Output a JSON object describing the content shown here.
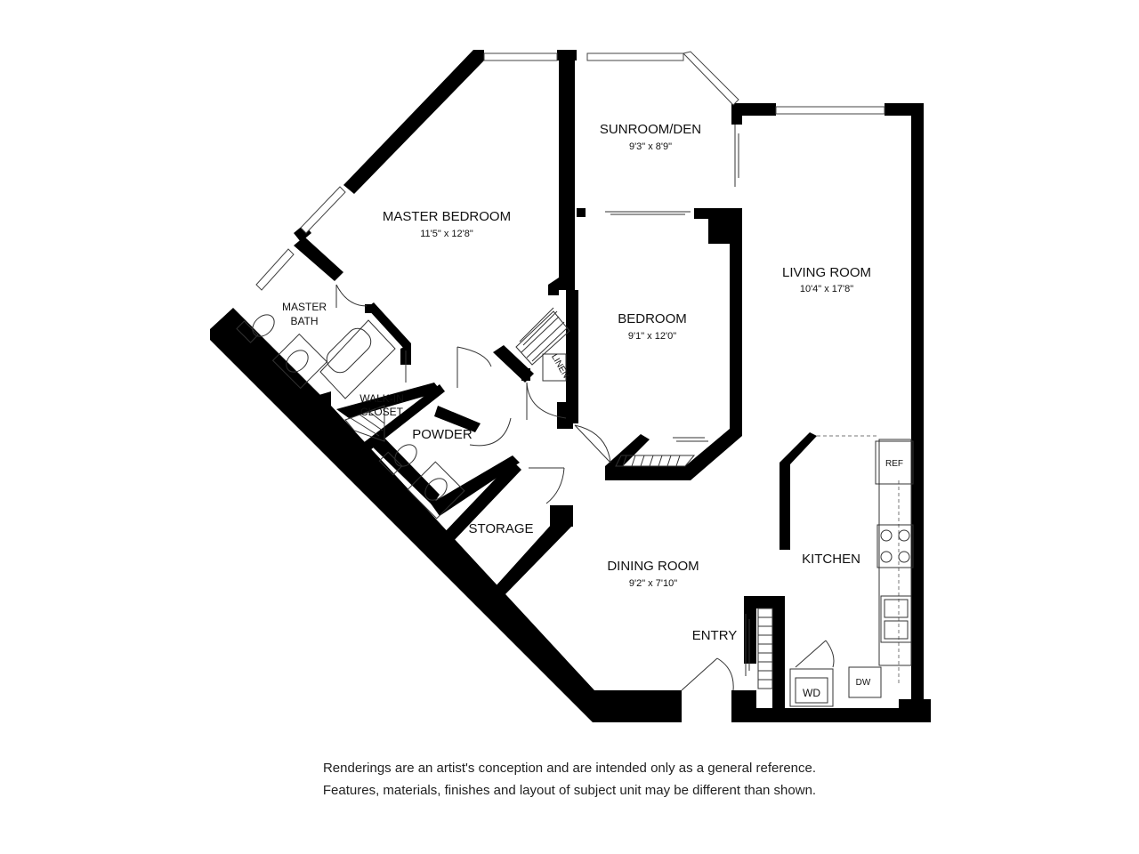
{
  "rooms": {
    "master_bedroom": {
      "name": "MASTER BEDROOM",
      "dim": "11'5\" x 12'8\""
    },
    "sunroom": {
      "name": "SUNROOM/DEN",
      "dim": "9'3\" x 8'9\""
    },
    "living_room": {
      "name": "LIVING ROOM",
      "dim": "10'4\" x 17'8\""
    },
    "bedroom": {
      "name": "BEDROOM",
      "dim": "9'1\" x 12'0\""
    },
    "master_bath": {
      "name_line1": "MASTER",
      "name_line2": "BATH"
    },
    "walk_in_closet": {
      "name_line1": "WALK-IN",
      "name_line2": "CLOSET"
    },
    "powder": {
      "name": "POWDER"
    },
    "storage": {
      "name": "STORAGE"
    },
    "dining_room": {
      "name": "DINING ROOM",
      "dim": "9'2\" x 7'10\""
    },
    "kitchen": {
      "name": "KITCHEN"
    },
    "entry": {
      "name": "ENTRY"
    }
  },
  "fixtures": {
    "linen": "LINEN",
    "refrigerator": "REF",
    "washer_dryer": "WD",
    "dishwasher": "DW"
  },
  "disclaimer": {
    "line1": "Renderings are an artist's conception and are intended only as a general reference.",
    "line2": "Features, materials, finishes and layout of subject unit may be different than shown."
  }
}
